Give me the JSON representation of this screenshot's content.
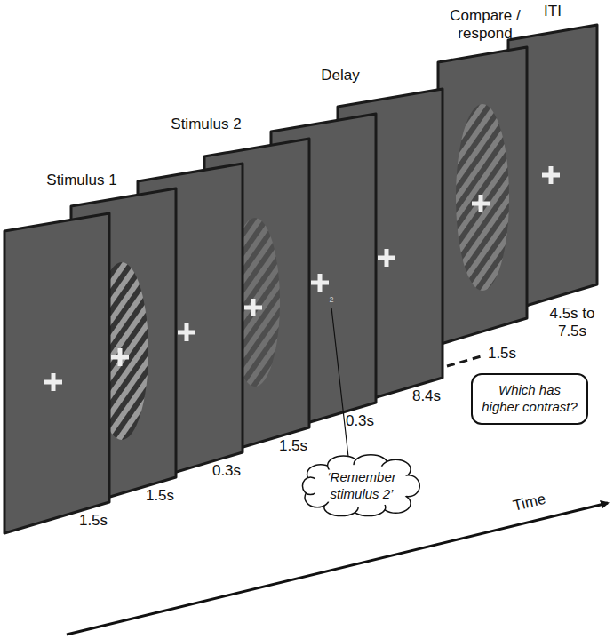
{
  "diagram": {
    "nodes": [
      {
        "text": [
          "‘Remember stimulus 2’"
        ]
      },
      {
        "text": [
          "Which has higher contrast?"
        ]
      }
    ],
    "labels": [
      "Stimulus 1",
      "Stimulus 2",
      "Delay",
      "Compare / respond",
      "ITI",
      "1.5s",
      "1.5s",
      "0.3s",
      "1.5s",
      "0.3s",
      "8.4s",
      "1.5s",
      "4.5s to 7.5s",
      "Time",
      "2"
    ]
  }
}
